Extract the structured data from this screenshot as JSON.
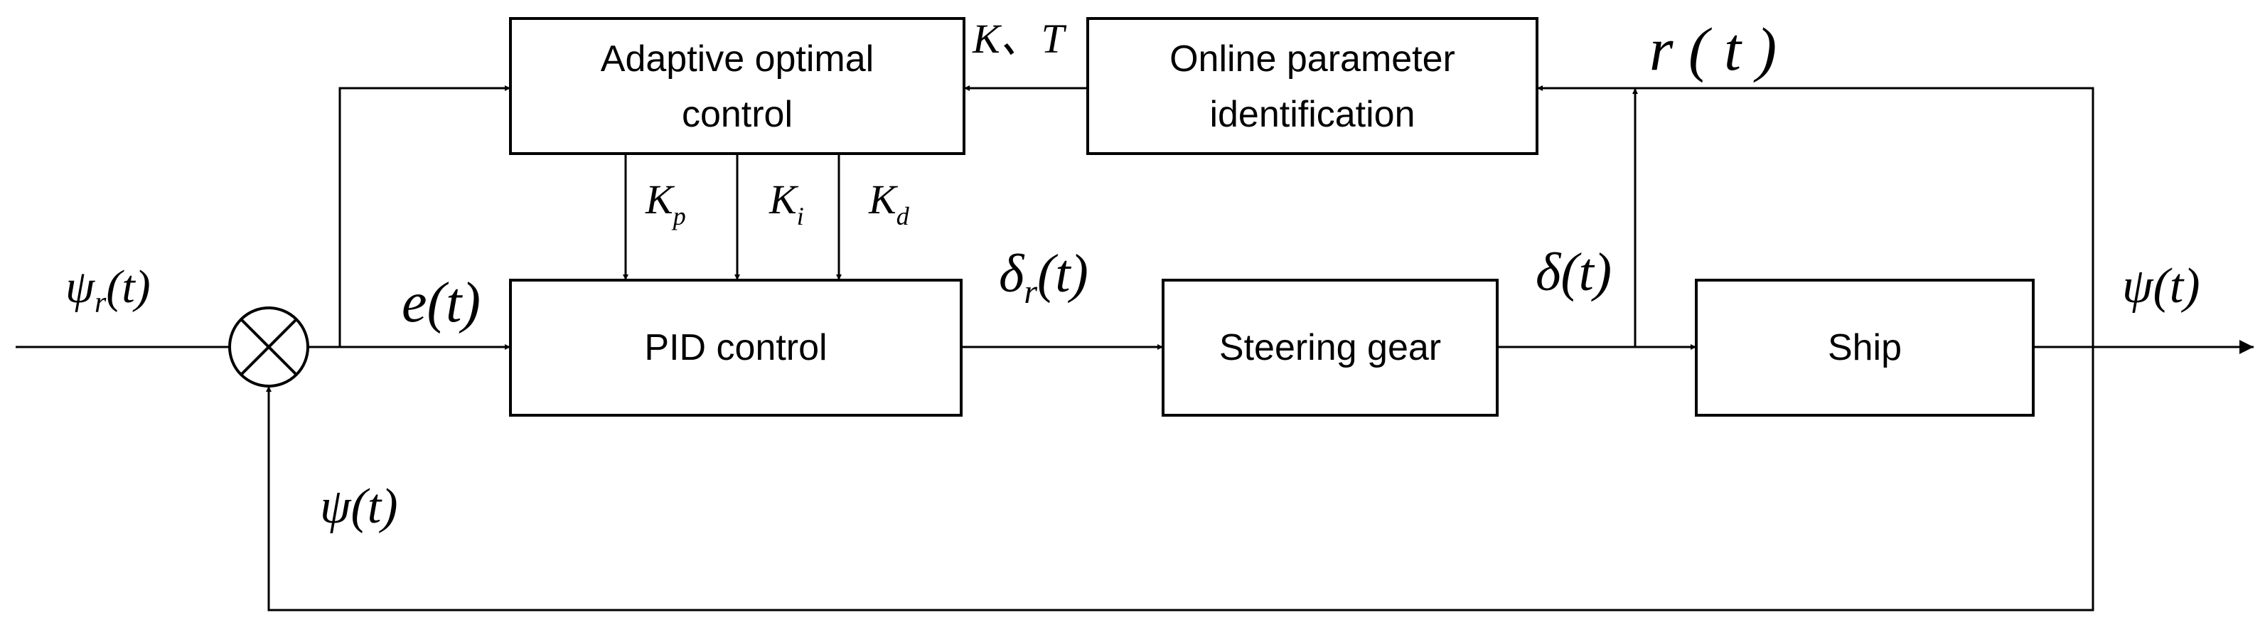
{
  "blocks": {
    "adaptive_line1": "Adaptive optimal",
    "adaptive_line2": "control",
    "online_line1": "Online parameter",
    "online_line2": "identification",
    "pid": "PID control",
    "steering": "Steering gear",
    "ship": "Ship"
  },
  "signals": {
    "input": {
      "sym": "ψ",
      "sub": "r",
      "arg": "(t)"
    },
    "error": {
      "sym": "e",
      "arg": "(t)"
    },
    "rudder_cmd": {
      "sym": "δ",
      "sub": "r",
      "arg": "(t)"
    },
    "rudder": {
      "sym": "δ",
      "arg": "(t)"
    },
    "output": {
      "sym": "ψ",
      "arg": "(t)"
    },
    "feedback": {
      "sym": "ψ",
      "arg": "(t)"
    },
    "disturbance": "r ( t )",
    "identified_params": "K、T"
  },
  "gains": {
    "kp": {
      "sym": "K",
      "sub": "p"
    },
    "ki": {
      "sym": "K",
      "sub": "i"
    },
    "kd": {
      "sym": "K",
      "sub": "d"
    }
  }
}
